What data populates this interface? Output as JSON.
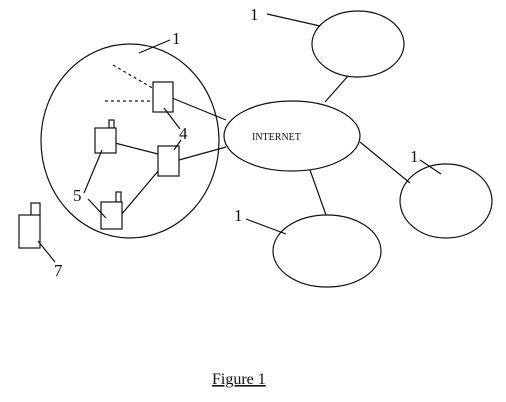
{
  "diagram": {
    "nodes": {
      "internet": {
        "label": "INTERNET"
      }
    },
    "reference_numerals": {
      "network_top": "1",
      "network_local": "1",
      "network_right": "1",
      "network_bottom": "1",
      "base_station": "4",
      "mobile_terminals": "5",
      "roaming_terminal": "7"
    },
    "caption": "Figure 1"
  }
}
